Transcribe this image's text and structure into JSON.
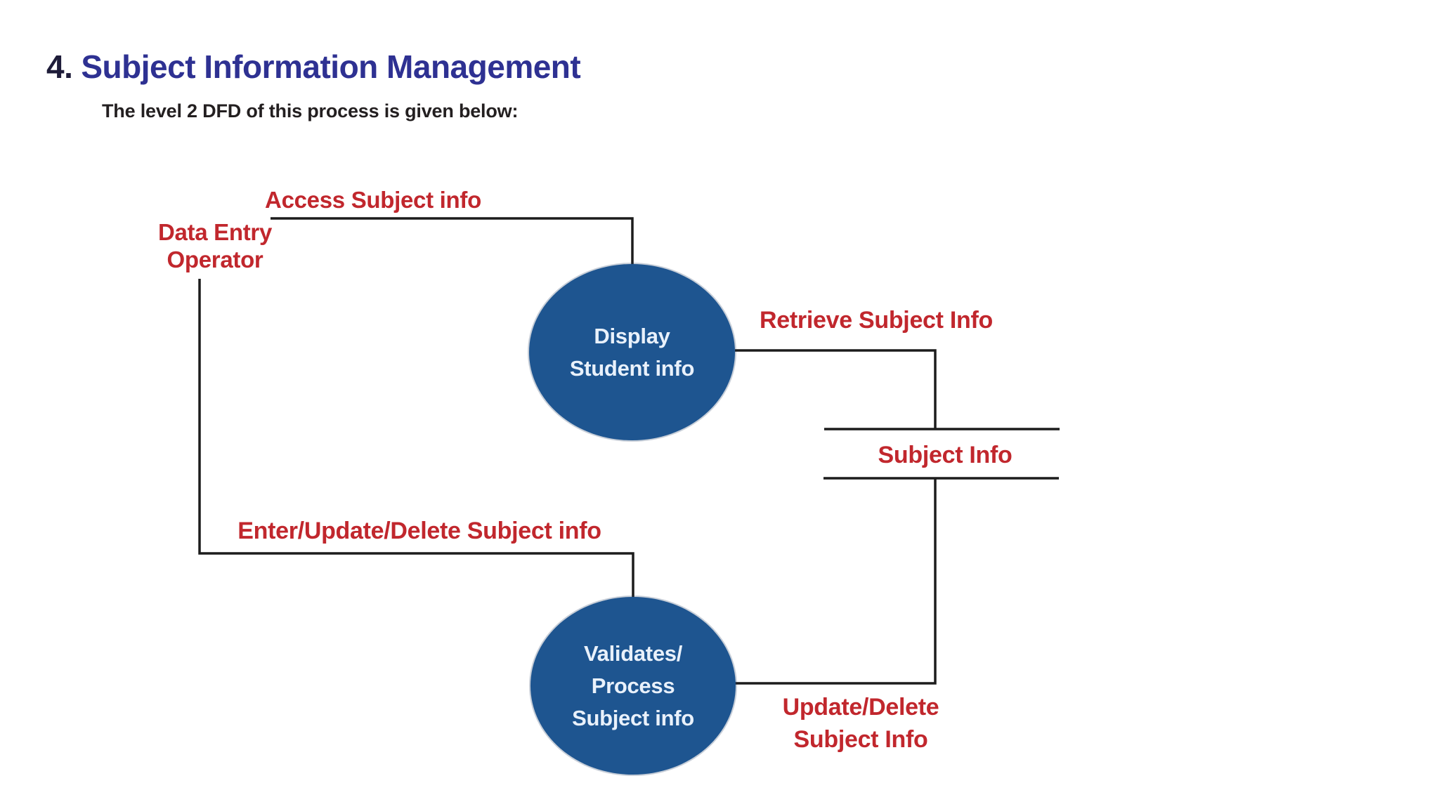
{
  "page": {
    "heading_number": "4.",
    "heading_title": "Subject Information Management",
    "subtitle": "The level 2 DFD of this process is given below:"
  },
  "diagram": {
    "entity": {
      "line1": "Data Entry",
      "line2": "Operator"
    },
    "process_display": {
      "line1": "Display",
      "line2": "Student info"
    },
    "process_validate": {
      "line1": "Validates/",
      "line2": "Process",
      "line3": "Subject info"
    },
    "data_store": {
      "label": "Subject Info"
    },
    "flow_access": {
      "label": "Access Subject info"
    },
    "flow_retrieve": {
      "label": "Retrieve Subject Info"
    },
    "flow_enter": {
      "label": "Enter/Update/Delete Subject info"
    },
    "flow_update": {
      "line1": "Update/Delete",
      "line2": "Subject Info"
    }
  },
  "colors": {
    "heading_number": "#1e1c39",
    "heading_title": "#2e3192",
    "subtitle": "#231f20",
    "flow_label": "#c1272d",
    "process_fill": "#1e5590",
    "process_text": "#e9f1fb",
    "connector": "#1c1c1c",
    "background": "#ffffff"
  }
}
